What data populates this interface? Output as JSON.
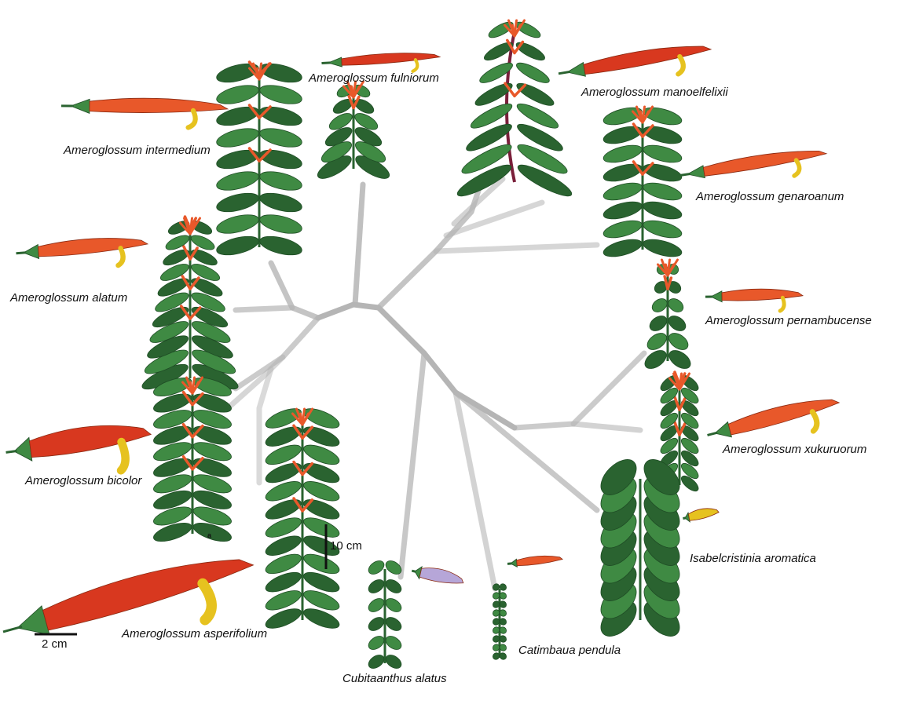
{
  "figure": {
    "panel_letter": "a",
    "scale_bars": {
      "plant": "10 cm",
      "flower": "2 cm"
    },
    "colors": {
      "branch": "#b3b3b3",
      "leaf": "#3f8a43",
      "leaf_dark": "#2a6330",
      "stem_dark": "#7a1f3a",
      "flower_orange": "#e8582a",
      "flower_red": "#d8381f",
      "flower_yellow": "#e6c21f",
      "flower_lilac": "#b6a6d8"
    },
    "taxa": [
      {
        "id": "fulniorum",
        "label": "Ameroglossum fulniorum"
      },
      {
        "id": "manoelfelixii",
        "label": "Ameroglossum manoelfelixii"
      },
      {
        "id": "intermedium",
        "label": "Ameroglossum intermedium"
      },
      {
        "id": "genaroanum",
        "label": "Ameroglossum genaroanum"
      },
      {
        "id": "alatum",
        "label": "Ameroglossum alatum"
      },
      {
        "id": "pernambucense",
        "label": "Ameroglossum pernambucense"
      },
      {
        "id": "bicolor",
        "label": "Ameroglossum bicolor"
      },
      {
        "id": "xukuruorum",
        "label": "Ameroglossum xukuruorum"
      },
      {
        "id": "isabelcristinia",
        "label": "Isabelcristinia aromatica"
      },
      {
        "id": "asperifolium",
        "label": "Ameroglossum asperifolium"
      },
      {
        "id": "catimbaua",
        "label": "Catimbaua pendula"
      },
      {
        "id": "cubitaanthus",
        "label": "Cubitaanthus alatus"
      }
    ]
  }
}
